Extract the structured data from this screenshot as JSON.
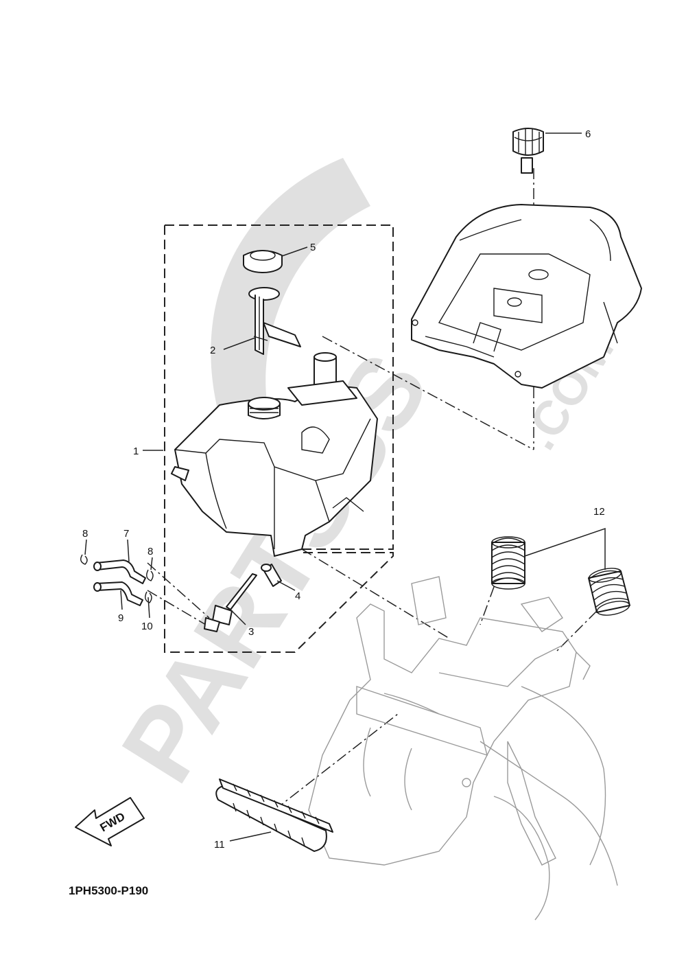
{
  "watermark": {
    "brand": "PARTSSS",
    "suffix": ".COM"
  },
  "fwd_label": "FWD",
  "diagram_code": "1PH5300-P190",
  "callouts": [
    {
      "id": "1",
      "label": "1"
    },
    {
      "id": "2",
      "label": "2"
    },
    {
      "id": "3",
      "label": "3"
    },
    {
      "id": "4",
      "label": "4"
    },
    {
      "id": "5",
      "label": "5"
    },
    {
      "id": "6",
      "label": "6"
    },
    {
      "id": "7",
      "label": "7"
    },
    {
      "id": "8a",
      "label": "8"
    },
    {
      "id": "8b",
      "label": "8"
    },
    {
      "id": "9",
      "label": "9"
    },
    {
      "id": "10",
      "label": "10"
    },
    {
      "id": "11",
      "label": "11"
    },
    {
      "id": "12",
      "label": "12"
    }
  ]
}
